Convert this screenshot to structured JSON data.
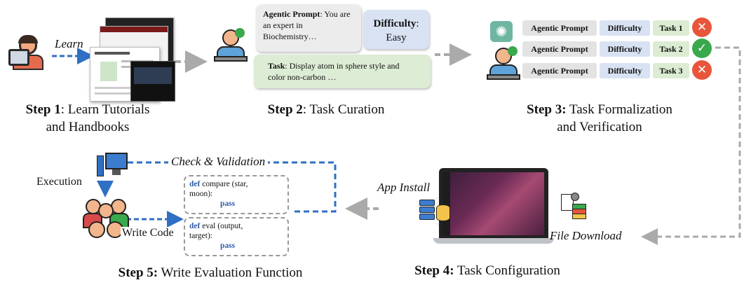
{
  "steps": {
    "step1": {
      "bold": "Step 1",
      "rest": ": Learn Tutorials",
      "line2": "and Handbooks",
      "arrow_label": "Learn"
    },
    "step2": {
      "bold": "Step 2",
      "rest": ": Task Curation",
      "agentic_label": "Agentic Prompt",
      "agentic_text": ": You are an expert in Biochemistry…",
      "difficulty_label": "Difficulty",
      "difficulty_value": "Easy",
      "task_label": "Task",
      "task_text": ": Display atom in sphere style and color non-carbon …"
    },
    "step3": {
      "bold": "Step 3:",
      "rest": " Task Formalization",
      "line2": "and Verification",
      "rows": [
        {
          "prompt": "Agentic Prompt",
          "difficulty": "Difficulty",
          "task": "Task 1",
          "status": "fail"
        },
        {
          "prompt": "Agentic Prompt",
          "difficulty": "Difficulty",
          "task": "Task 2",
          "status": "pass"
        },
        {
          "prompt": "Agentic Prompt",
          "difficulty": "Difficulty",
          "task": "Task 3",
          "status": "fail"
        }
      ],
      "glyph_fail": "✕",
      "glyph_pass": "✓"
    },
    "step4": {
      "bold": "Step 4:",
      "rest": " Task Configuration",
      "app_install": "App Install",
      "file_download": "File Download"
    },
    "step5": {
      "bold": "Step 5:",
      "rest": " Write Evaluation Function",
      "check": "Check & Validation",
      "execution": "Execution",
      "write_code": "Write Code",
      "code1": {
        "kw": "def",
        "sig": " compare (star,",
        "sig2": "moon):",
        "body": "pass"
      },
      "code2": {
        "kw": "def",
        "sig": " eval (output,",
        "sig2": "target):",
        "body": "pass"
      }
    }
  },
  "colors": {
    "blue_arrow": "#2f6fc4",
    "gray_arrow": "#aaaaaa",
    "fail": "#e8553b",
    "pass": "#3aa84d",
    "chip_gray": "#e3e3e3",
    "chip_blue": "#d8e2f3",
    "chip_green": "#dcecd2"
  }
}
